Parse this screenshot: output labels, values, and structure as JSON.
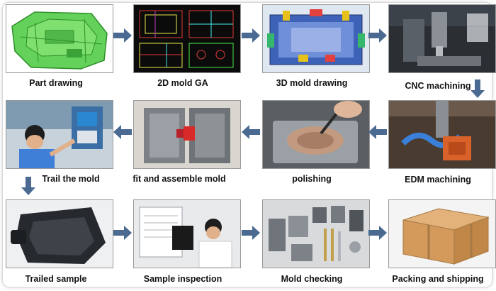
{
  "steps": [
    {
      "label": "Part drawing",
      "icon": "green-car-part-model-icon"
    },
    {
      "label": "2D mold GA",
      "icon": "cad-blueprint-icon"
    },
    {
      "label": "3D mold drawing",
      "icon": "3d-mold-model-icon"
    },
    {
      "label": "CNC machining",
      "icon": "cnc-machine-icon"
    },
    {
      "label": "EDM machining",
      "icon": "edm-electrode-icon"
    },
    {
      "label": "polishing",
      "icon": "polishing-tool-icon"
    },
    {
      "label": "fit and assemble mold",
      "icon": "assembled-mold-icon"
    },
    {
      "label": "Trail the mold",
      "icon": "injection-machine-operator-icon"
    },
    {
      "label": "Trailed sample",
      "icon": "plastic-sample-part-icon"
    },
    {
      "label": "Sample inspection",
      "icon": "inspection-worker-icon"
    },
    {
      "label": "Mold checking",
      "icon": "mold-components-icon"
    },
    {
      "label": "Packing and shipping",
      "icon": "wooden-crate-icon"
    }
  ],
  "colors": {
    "arrow": "#4a6a91",
    "label_text": "#111111",
    "tile_border": "#9a9a9a"
  }
}
